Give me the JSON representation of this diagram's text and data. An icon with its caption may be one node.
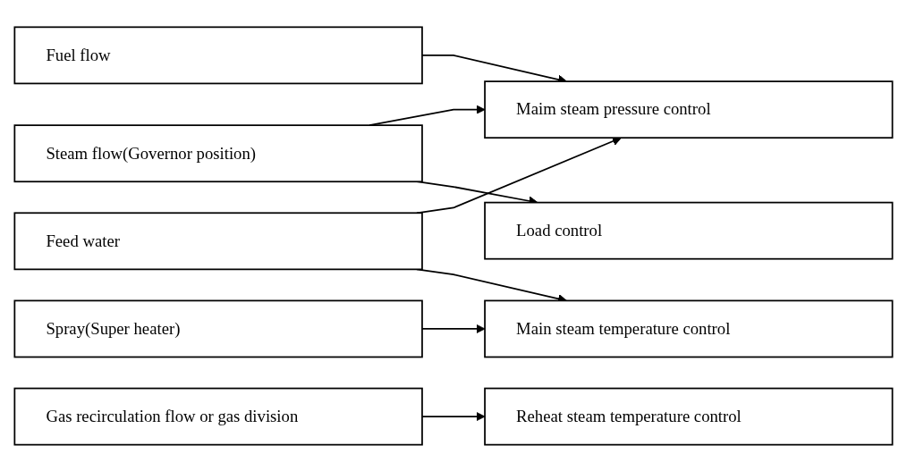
{
  "diagram": {
    "nodes": [
      {
        "text": [
          "Fuel flow"
        ]
      },
      {
        "text": [
          "Maim steam pressure control"
        ]
      },
      {
        "text": [
          "Feed water"
        ]
      },
      {
        "text": [
          "Spray(Super heater)"
        ]
      },
      {
        "text": [
          "Main steam temperature control"
        ]
      },
      {
        "text": [
          "Gas recirculation flow or gas division"
        ]
      },
      {
        "text": [
          "Reheat steam temperature control"
        ]
      },
      {
        "text": [
          "Steam flow(Governor position)"
        ]
      },
      {
        "text": [
          "Load control"
        ]
      }
    ],
    "edges": [
      {
        "from": 0,
        "to": 1,
        "arrow": "to"
      },
      {
        "from": 2,
        "to": 1,
        "arrow": "to"
      },
      {
        "from": 2,
        "to": 4,
        "arrow": "to"
      },
      {
        "from": 3,
        "to": 4,
        "arrow": "to"
      },
      {
        "from": 5,
        "to": 6,
        "arrow": "to"
      },
      {
        "from": 7,
        "to": 1,
        "arrow": "to"
      },
      {
        "from": 7,
        "to": 8,
        "arrow": "to"
      }
    ]
  }
}
